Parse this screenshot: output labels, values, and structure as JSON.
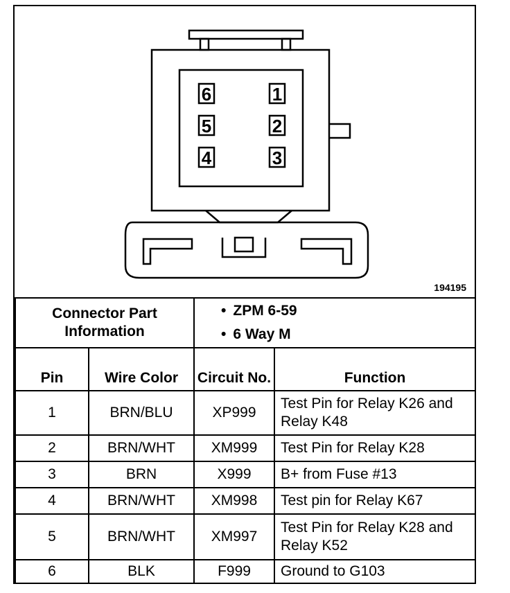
{
  "figure_number": "194195",
  "connector_info": {
    "title": "Connector Part Information",
    "items": [
      "ZPM 6-59",
      "6 Way M"
    ]
  },
  "connector_pins": {
    "left_column": [
      "6",
      "5",
      "4"
    ],
    "right_column": [
      "1",
      "2",
      "3"
    ]
  },
  "table": {
    "headers": {
      "pin": "Pin",
      "wire_color": "Wire Color",
      "circuit_no": "Circuit No.",
      "function": "Function"
    },
    "rows": [
      {
        "pin": "1",
        "wire_color": "BRN/BLU",
        "circuit": "XP999",
        "function": "Test Pin for Relay K26 and Relay K48"
      },
      {
        "pin": "2",
        "wire_color": "BRN/WHT",
        "circuit": "XM999",
        "function": "Test Pin for Relay K28"
      },
      {
        "pin": "3",
        "wire_color": "BRN",
        "circuit": "X999",
        "function": "B+ from Fuse #13"
      },
      {
        "pin": "4",
        "wire_color": "BRN/WHT",
        "circuit": "XM998",
        "function": "Test pin for Relay K67"
      },
      {
        "pin": "5",
        "wire_color": "BRN/WHT",
        "circuit": "XM997",
        "function": "Test Pin for Relay K28 and Relay K52"
      },
      {
        "pin": "6",
        "wire_color": "BLK",
        "circuit": "F999",
        "function": "Ground to G103"
      }
    ]
  }
}
